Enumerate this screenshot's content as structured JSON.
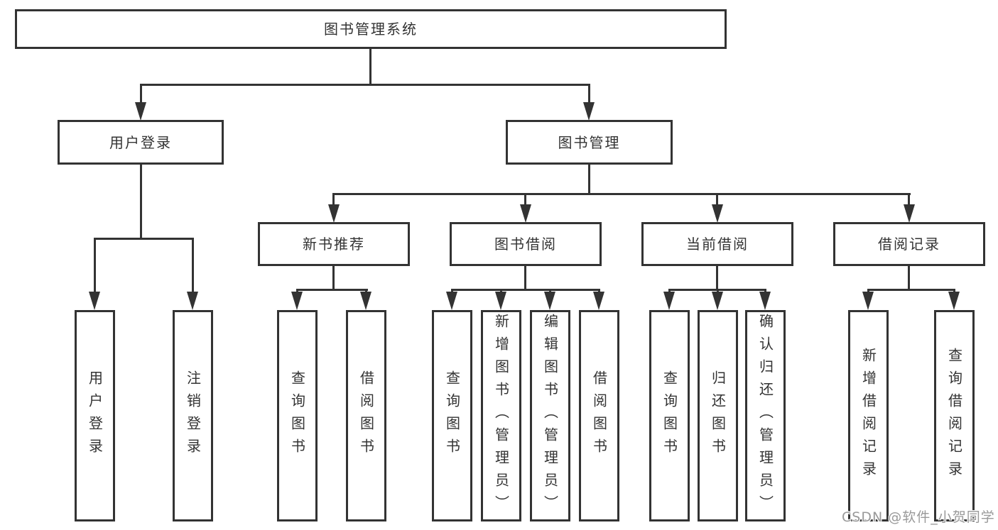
{
  "tree": {
    "label": "图书管理系统",
    "children": [
      {
        "label": "用户登录",
        "children": [
          {
            "label": "用户登录"
          },
          {
            "label": "注销登录"
          }
        ]
      },
      {
        "label": "图书管理",
        "children": [
          {
            "label": "新书推荐",
            "children": [
              {
                "label": "查询图书"
              },
              {
                "label": "借阅图书"
              }
            ]
          },
          {
            "label": "图书借阅",
            "children": [
              {
                "label": "查询图书"
              },
              {
                "label": "新增图书（管理员）"
              },
              {
                "label": "编辑图书（管理员）"
              },
              {
                "label": "借阅图书"
              }
            ]
          },
          {
            "label": "当前借阅",
            "children": [
              {
                "label": "查询图书"
              },
              {
                "label": "归还图书"
              },
              {
                "label": "确认归还（管理员）"
              }
            ]
          },
          {
            "label": "借阅记录",
            "children": [
              {
                "label": "新增借阅记录"
              },
              {
                "label": "查询借阅记录"
              }
            ]
          }
        ]
      }
    ]
  },
  "watermark": {
    "text": "CSDN @软件_小贺同学"
  },
  "colors": {
    "line": "#333333",
    "node_border": "#333333",
    "node_text": "#333333",
    "watermark_text": "#999999",
    "background": "#ffffff"
  }
}
